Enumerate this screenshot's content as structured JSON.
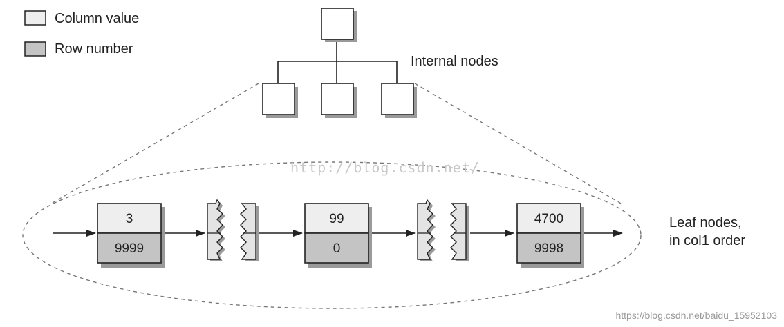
{
  "legend": [
    {
      "label": "Column value",
      "fill": "#eeeeee"
    },
    {
      "label": "Row number",
      "fill": "#c4c4c4"
    }
  ],
  "labels": {
    "internal_nodes": "Internal nodes",
    "leaf_nodes_line1": "Leaf nodes,",
    "leaf_nodes_line2": "in col1 order"
  },
  "leaf_nodes": [
    {
      "column_value": "3",
      "row_number": "9999"
    },
    {
      "column_value": "99",
      "row_number": "0"
    },
    {
      "column_value": "4700",
      "row_number": "9998"
    }
  ],
  "watermarks": {
    "center": "http://blog.csdn.net/",
    "bottom_right": "https://blog.csdn.net/baidu_15952103"
  },
  "colors": {
    "column_value": "#eeeeee",
    "row_number": "#c4c4c4",
    "stroke": "#222222",
    "shadow": "#9a9a9a"
  }
}
